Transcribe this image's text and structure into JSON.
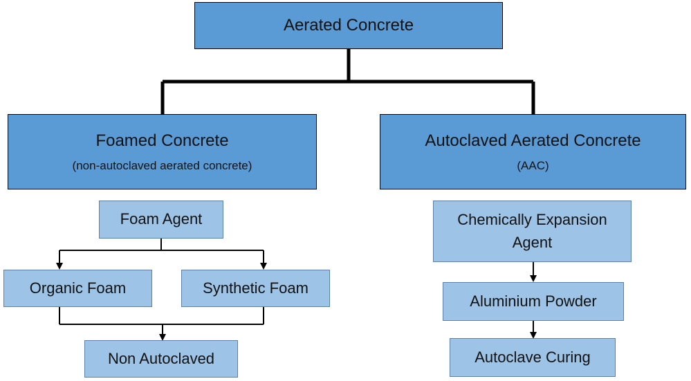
{
  "diagram": {
    "root": {
      "label": "Aerated Concrete"
    },
    "foamed": {
      "label": "Foamed Concrete",
      "sublabel": "(non-autoclaved aerated concrete)"
    },
    "aac": {
      "label": "Autoclaved Aerated Concrete",
      "sublabel": "(AAC)"
    },
    "foam_agent": {
      "label": "Foam Agent"
    },
    "organic_foam": {
      "label": "Organic Foam"
    },
    "synthetic_foam": {
      "label": "Synthetic Foam"
    },
    "non_autoclaved": {
      "label": "Non Autoclaved"
    },
    "chem_agent": {
      "line1": "Chemically Expansion",
      "line2": "Agent"
    },
    "aluminium": {
      "label": "Aluminium Powder"
    },
    "autoclave_curing": {
      "label": "Autoclave Curing"
    }
  },
  "colors": {
    "primary_box": "#5b9bd5",
    "secondary_box": "#9dc3e6",
    "connector": "#000000"
  }
}
